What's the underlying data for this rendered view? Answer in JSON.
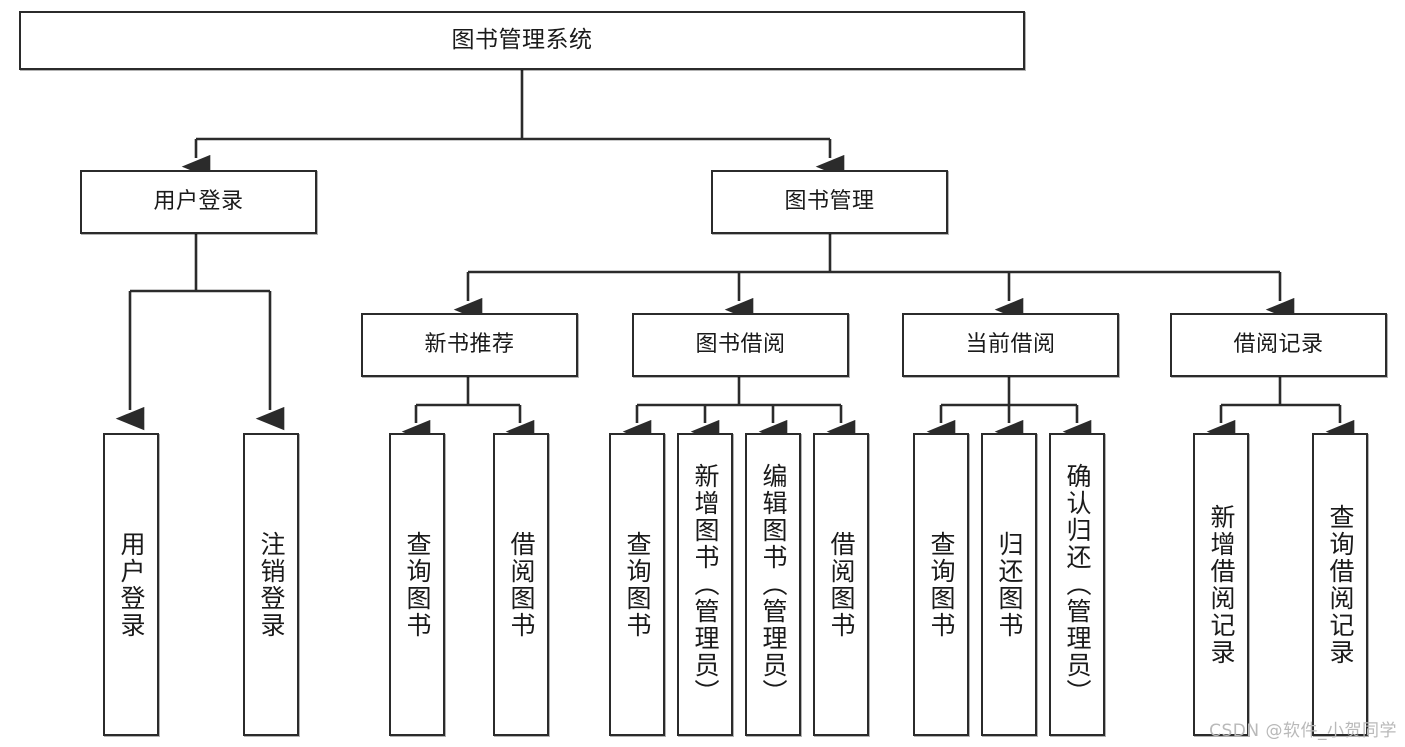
{
  "diagram": {
    "type": "tree",
    "title": "图书管理系统",
    "watermark": "CSDN @软件_小贺同学",
    "colors": {
      "box_border": "#2b2b2b",
      "box_fill": "#ffffff",
      "edge": "#2b2b2b",
      "text": "#1a1a1a",
      "watermark": "#b9b9b9",
      "background": "#ffffff"
    },
    "nodes": {
      "root": {
        "label": "图书管理系统"
      },
      "level1": [
        {
          "id": "user-login",
          "label": "用户登录"
        },
        {
          "id": "book-management",
          "label": "图书管理"
        }
      ],
      "level2": [
        {
          "id": "new-book-recommend",
          "label": "新书推荐"
        },
        {
          "id": "book-borrow",
          "label": "图书借阅"
        },
        {
          "id": "current-borrow",
          "label": "当前借阅"
        },
        {
          "id": "borrow-record",
          "label": "借阅记录"
        }
      ],
      "leaves": {
        "user_login": [
          {
            "id": "leaf-user-login",
            "label": "用户登录"
          },
          {
            "id": "leaf-logout-login",
            "label": "注销登录"
          }
        ],
        "new_book_recommend": [
          {
            "id": "leaf-query-book-1",
            "label": "查询图书"
          },
          {
            "id": "leaf-borrow-book-1",
            "label": "借阅图书"
          }
        ],
        "book_borrow": [
          {
            "id": "leaf-query-book-2",
            "label": "查询图书"
          },
          {
            "id": "leaf-add-book",
            "label": "新增图书（管理员）"
          },
          {
            "id": "leaf-edit-book",
            "label": "编辑图书（管理员）"
          },
          {
            "id": "leaf-borrow-book-2",
            "label": "借阅图书"
          }
        ],
        "current_borrow": [
          {
            "id": "leaf-query-book-3",
            "label": "查询图书"
          },
          {
            "id": "leaf-return-book",
            "label": "归还图书"
          },
          {
            "id": "leaf-confirm-return",
            "label": "确认归还（管理员）"
          }
        ],
        "borrow_record": [
          {
            "id": "leaf-add-record",
            "label": "新增借阅记录"
          },
          {
            "id": "leaf-query-record",
            "label": "查询借阅记录"
          }
        ]
      }
    }
  }
}
